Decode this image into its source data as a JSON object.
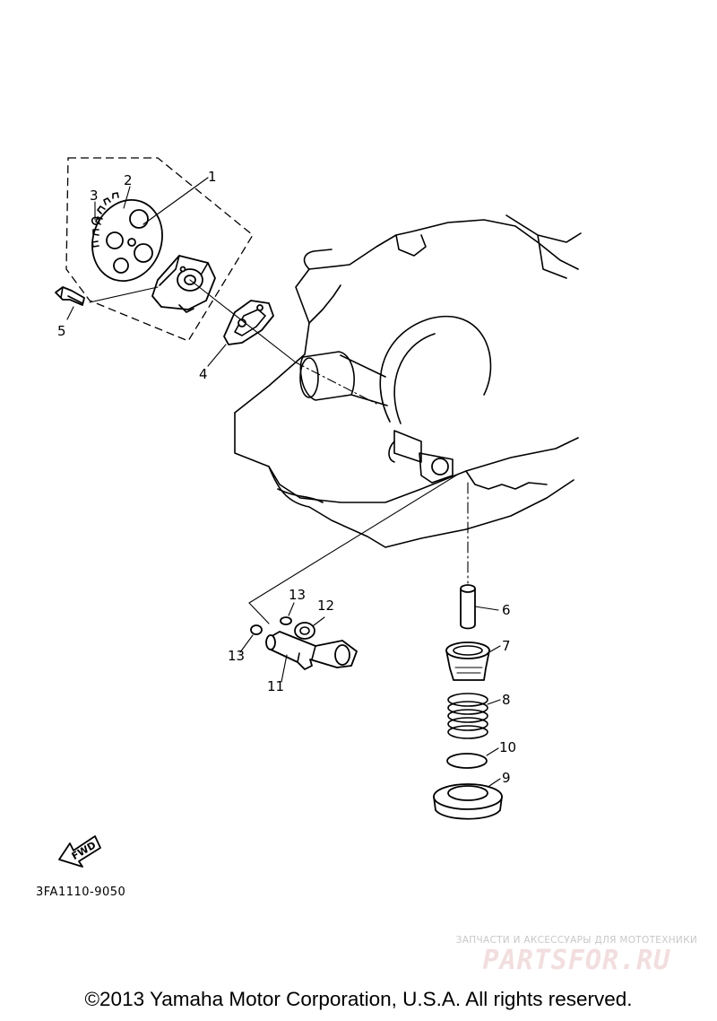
{
  "callouts": {
    "c1": "1",
    "c2": "2",
    "c3": "3",
    "c4": "4",
    "c5": "5",
    "c6": "6",
    "c7": "7",
    "c8": "8",
    "c9": "9",
    "c10": "10",
    "c11": "11",
    "c12": "12",
    "c13a": "13",
    "c13b": "13"
  },
  "fwd_label": "FWD",
  "diagram_code": "3FA1110-9050",
  "watermark": {
    "tagline": "ЗАПЧАСТИ И АКСЕССУАРЫ ДЛЯ МОТОТЕХНИКИ",
    "logo": "PARTSFOR.RU"
  },
  "copyright": "©2013 Yamaha Motor Corporation, U.S.A. All rights reserved."
}
